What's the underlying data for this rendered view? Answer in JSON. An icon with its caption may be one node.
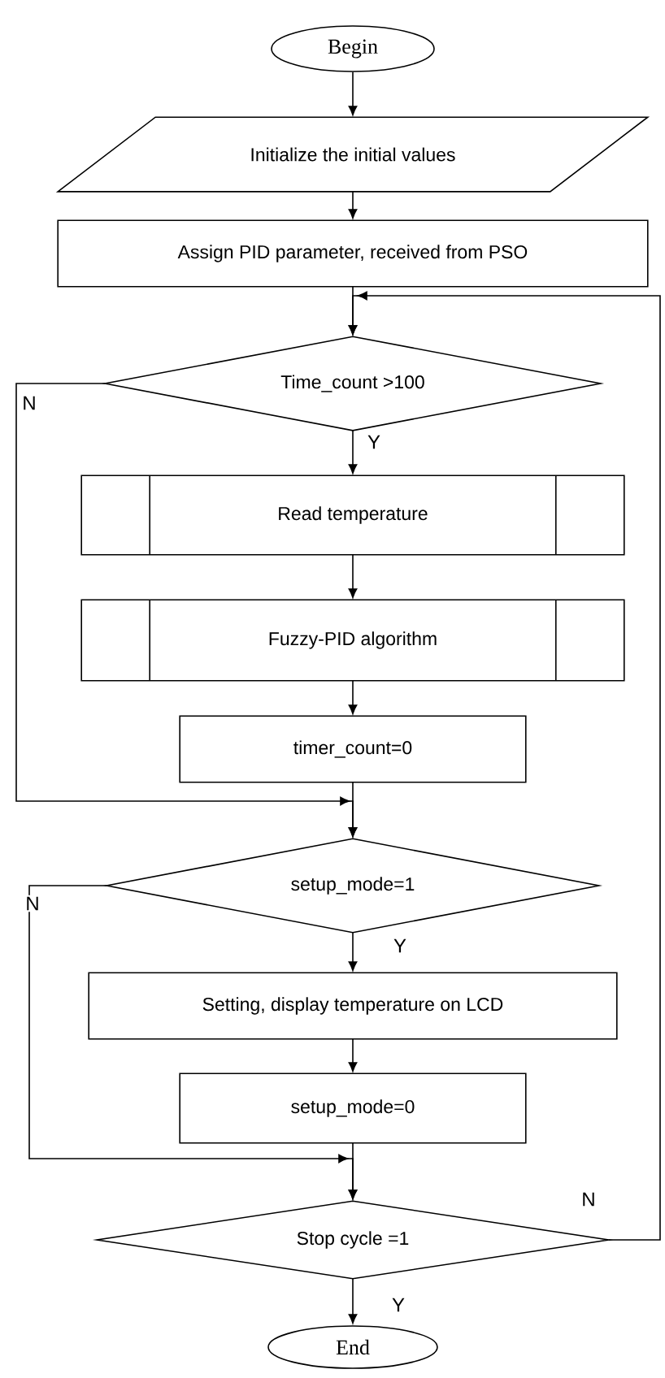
{
  "diagram": {
    "nodes": [
      {
        "text": [
          "Begin"
        ]
      },
      {
        "text": [
          "Initialize the initial values"
        ]
      },
      {
        "text": [
          "Assign PID parameter, received from PSO"
        ]
      },
      {
        "text": [
          "Time_count >100"
        ]
      },
      {
        "text": [
          "Read temperature"
        ]
      },
      {
        "text": [
          "Fuzzy-PID algorithm"
        ]
      },
      {
        "text": [
          "timer_count=0"
        ]
      },
      {
        "text": [
          "setup_mode=1"
        ]
      },
      {
        "text": [
          "Setting, display temperature on LCD"
        ]
      },
      {
        "text": [
          "setup_mode=0"
        ]
      },
      {
        "text": [
          "Stop cycle =1"
        ]
      },
      {
        "text": [
          "End"
        ]
      }
    ],
    "edges": [
      {
        "from": 0,
        "to": 1,
        "arrow": "to"
      },
      {
        "from": 1,
        "to": 2,
        "arrow": "to"
      },
      {
        "from": 2,
        "to": 3,
        "arrow": "to"
      },
      {
        "from": 3,
        "to": 4,
        "arrow": "to",
        "label": "Y"
      },
      {
        "from": 4,
        "to": 5,
        "arrow": "to"
      },
      {
        "from": 5,
        "to": 6,
        "arrow": "to"
      },
      {
        "from": 6,
        "to": 7,
        "arrow": "to"
      },
      {
        "from": 3,
        "to": 7,
        "arrow": "to",
        "label": "N"
      },
      {
        "from": 7,
        "to": 8,
        "arrow": "to",
        "label": "Y"
      },
      {
        "from": 8,
        "to": 9,
        "arrow": "to"
      },
      {
        "from": 9,
        "to": 10,
        "arrow": "to"
      },
      {
        "from": 7,
        "to": 10,
        "arrow": "to",
        "label": "N"
      },
      {
        "from": 10,
        "to": 11,
        "arrow": "to",
        "label": "Y"
      },
      {
        "from": 10,
        "to": 3,
        "arrow": "to",
        "label": "N"
      }
    ]
  }
}
